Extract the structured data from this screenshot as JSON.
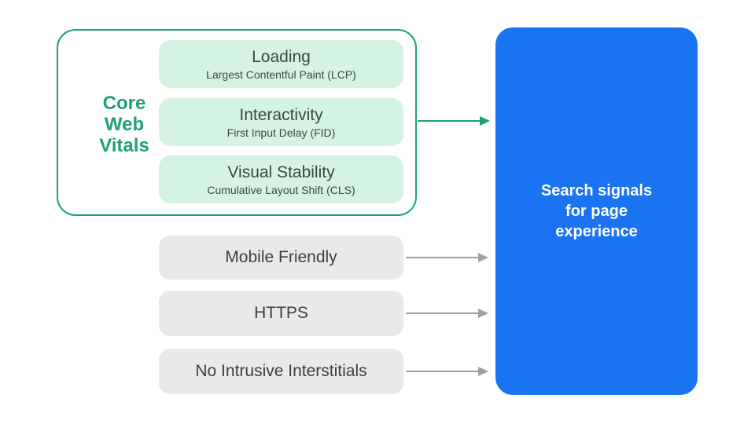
{
  "colors": {
    "green_accent": "#1EA36F",
    "green_fill": "#D5F3E3",
    "green_card_text": "#37493F",
    "gray_fill": "#E8E9EA",
    "arrow_gray": "#9AA0A6",
    "blue_fill": "#1A73F0",
    "text_dark": "#3C4043",
    "text_white": "#FFFFFF"
  },
  "core_web_vitals": {
    "label_lines": [
      "Core",
      "Web",
      "Vitals"
    ],
    "vitals": [
      {
        "title": "Loading",
        "subtitle": "Largest Contentful Paint (LCP)"
      },
      {
        "title": "Interactivity",
        "subtitle": "First Input Delay (FID)"
      },
      {
        "title": "Visual Stability",
        "subtitle": "Cumulative Layout Shift (CLS)"
      }
    ]
  },
  "other_signals": [
    {
      "label": "Mobile Friendly"
    },
    {
      "label": "HTTPS"
    },
    {
      "label": "No Intrusive Interstitials"
    }
  ],
  "search_signals": {
    "text": "Search signals for page experience",
    "lines": [
      "Search signals",
      "for page",
      "experience"
    ]
  }
}
